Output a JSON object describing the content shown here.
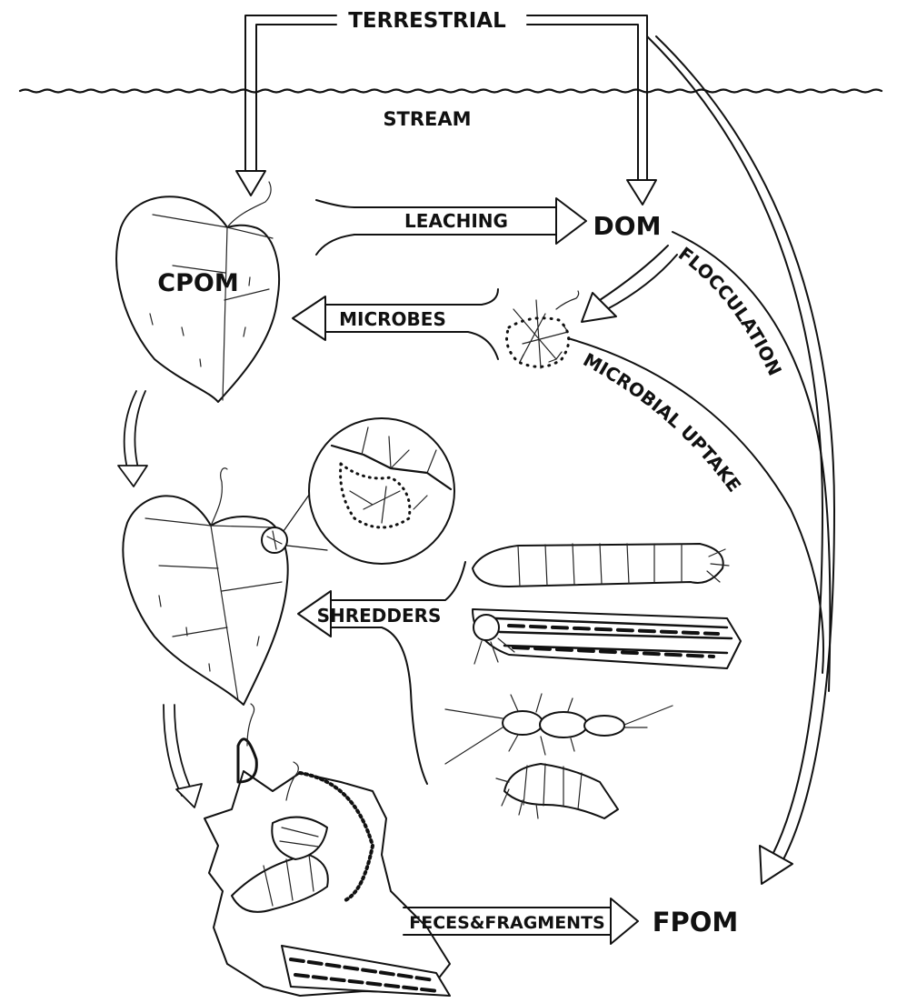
{
  "labels": {
    "terrestrial": "TERRESTRIAL",
    "stream": "STREAM",
    "leaching": "LEACHING",
    "dom": "DOM",
    "cpom": "CPOM",
    "microbes": "MICROBES",
    "flocculation": "FLOCCULATION",
    "microbial_uptake": "MICROBIAL UPTAKE",
    "shredders": "SHREDDERS",
    "feces_fragments": "FECES&FRAGMENTS",
    "fpom": "FPOM"
  },
  "colors": {
    "ink": "#111111",
    "paper": "#ffffff"
  }
}
